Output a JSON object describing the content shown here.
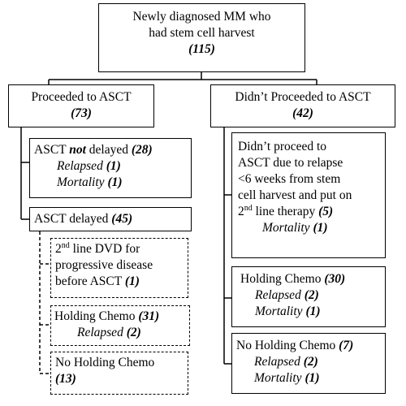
{
  "root": {
    "line1": "Newly diagnosed MM who",
    "line2": "had stem cell harvest",
    "count": "(115)"
  },
  "left_branch": {
    "title": "Proceeded to ASCT",
    "count": "(73)",
    "not_delayed": {
      "label_a": "ASCT ",
      "label_not": "not",
      "label_b": " delayed ",
      "count": "(28)",
      "relapsed_label": "Relapsed ",
      "relapsed_count": "(1)",
      "mortality_label": "Mortality ",
      "mortality_count": "(1)"
    },
    "delayed": {
      "label": "ASCT delayed ",
      "count": "(45)",
      "dvd": {
        "l1a": "2",
        "l1sup": "nd",
        "l1b": " line DVD  for",
        "l2": "progressive disease",
        "l3": "before ASCT ",
        "count": "(1)"
      },
      "holding": {
        "label": "Holding Chemo ",
        "count": "(31)",
        "relapsed_label": "Relapsed ",
        "relapsed_count": "(2)"
      },
      "no_holding": {
        "label": "No Holding Chemo",
        "count": "(13)"
      }
    }
  },
  "right_branch": {
    "title": "Didn’t Proceeded to ASCT",
    "count": "(42)",
    "relapse_box": {
      "l1": "Didn’t proceed to",
      "l2": "ASCT due to relapse",
      "l3": "<6 weeks from  stem",
      "l4": "cell harvest and put on",
      "l5a": "2",
      "l5sup": "nd",
      "l5b": " line therapy ",
      "count": "(5)",
      "mortality_label": "Mortality ",
      "mortality_count": "(1)"
    },
    "holding": {
      "label": "Holding Chemo  ",
      "count": "(30)",
      "relapsed_label": "Relapsed ",
      "relapsed_count": "(2)",
      "mortality_label": "Mortality ",
      "mortality_count": "(1)"
    },
    "no_holding": {
      "label": "No Holding Chemo ",
      "count": "(7)",
      "relapsed_label": "Relapsed ",
      "relapsed_count": "(2)",
      "mortality_label": "Mortality ",
      "mortality_count": "(1)"
    }
  }
}
